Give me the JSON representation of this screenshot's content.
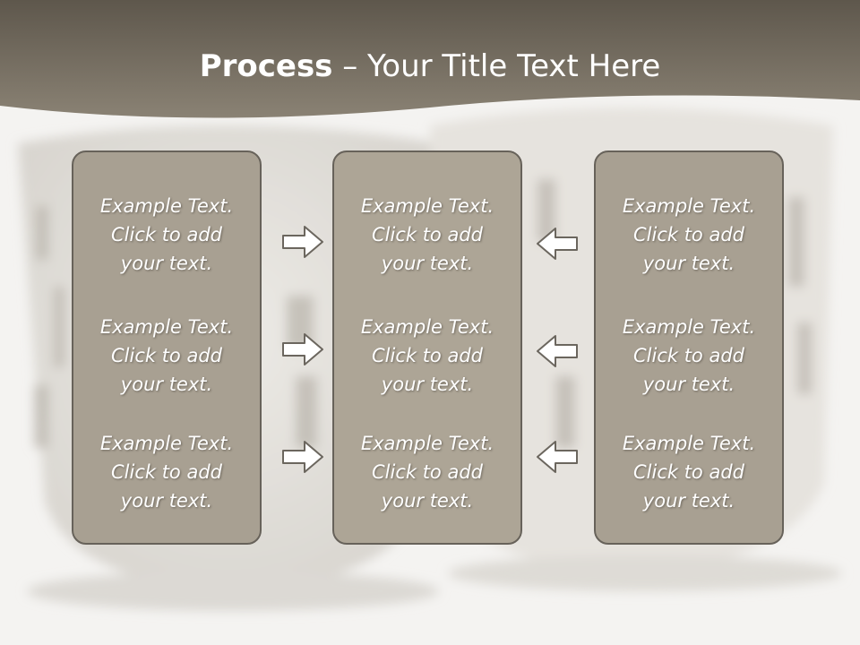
{
  "slide": {
    "title_bold": "Process",
    "title_rest": " – Your Title Text Here"
  },
  "columns": [
    {
      "items": [
        "Example Text.\nClick  to add\nyour text.",
        "Example Text.\nClick  to add\nyour text.",
        "Example Text.\nClick  to add\nyour text."
      ]
    },
    {
      "items": [
        "Example Text.\nClick  to add\nyour text.",
        "Example Text.\nClick  to add\nyour text.",
        "Example Text.\nClick  to add\nyour text."
      ]
    },
    {
      "items": [
        "Example Text.\nClick  to add\nyour text.",
        "Example Text.\nClick  to add\nyour text.",
        "Example Text.\nClick  to add\nyour text."
      ]
    }
  ],
  "arrows": {
    "left_group": "right-arrow-icon",
    "right_group": "left-arrow-icon"
  },
  "colors": {
    "header": "#7a7266",
    "box_fill": "#a8a092",
    "box_border": "#67625a",
    "arrow_fill": "#ffffff",
    "arrow_stroke": "#6b665e"
  }
}
